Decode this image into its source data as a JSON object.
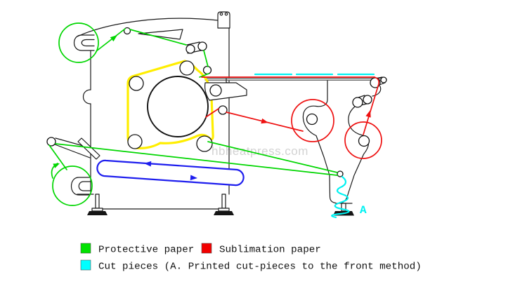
{
  "colors": {
    "protective_paper_green": "#00d600",
    "sublimation_paper_red": "#ee1111",
    "cut_pieces_cyan": "#00f2f2",
    "felt_belt_yellow": "#ffee00",
    "conveyor_blue": "#1d1dee",
    "frame_black": "#1a1a1a"
  },
  "watermark": {
    "text": "hbheatpress.com"
  },
  "labels": {
    "point_a": "A"
  },
  "legend": {
    "items": [
      {
        "label": "Protective paper",
        "color": "#00e200"
      },
      {
        "label": "Sublimation paper",
        "color": "#f20000"
      },
      {
        "label": "Cut pieces (A. Printed cut-pieces to the front method)",
        "color": "#00ffff"
      }
    ]
  }
}
